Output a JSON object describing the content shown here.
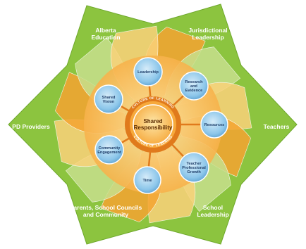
{
  "center": {
    "line1": "Shared",
    "line2": "Responsibility"
  },
  "ring_text": {
    "top": "CULTURE OF LEARNING",
    "bottom": "CULTURE OF LEARNING"
  },
  "stakeholders": [
    {
      "lines": [
        "Alberta",
        "Education"
      ]
    },
    {
      "lines": [
        "Jurisdictional",
        "Leadership"
      ]
    },
    {
      "lines": [
        "Teachers"
      ]
    },
    {
      "lines": [
        "School",
        "Leadership"
      ]
    },
    {
      "lines": [
        "Parents, School Councils",
        "and Community"
      ]
    },
    {
      "lines": [
        "PD Providers"
      ]
    }
  ],
  "elements": [
    {
      "lines": [
        "Leadership"
      ]
    },
    {
      "lines": [
        "Research",
        "and",
        "Evidence"
      ]
    },
    {
      "lines": [
        "Resources"
      ]
    },
    {
      "lines": [
        "Teacher",
        "Professional",
        "Growth"
      ]
    },
    {
      "lines": [
        "Time"
      ]
    },
    {
      "lines": [
        "Community",
        "Engagement"
      ]
    },
    {
      "lines": [
        "Shared",
        "Vision"
      ]
    }
  ],
  "colors": {
    "star": "#8cc43f",
    "star_dark": "#6ea82c",
    "petal_orange": "#f5a431",
    "petal_light": "#fbd27a",
    "petal_green": "#c7e08d",
    "circle": "#8fc8ea",
    "circle_edge": "#4f95c7",
    "center": "#fbc25a",
    "ring": "#e07a1c",
    "ring_inner": "#f7a93b"
  }
}
